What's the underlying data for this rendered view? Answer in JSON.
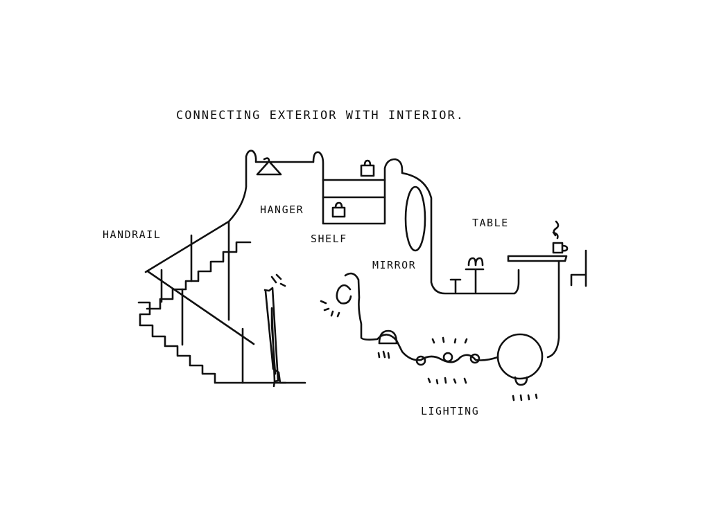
{
  "title": "CONNECTING EXTERIOR WITH INTERIOR.",
  "labels": {
    "handrail": "HANDRAIL",
    "hanger": "HANGER",
    "shelf": "SHELF",
    "mirror": "MIRROR",
    "table": "TABLE",
    "lighting": "LIGHTING"
  },
  "colors": {
    "ink": "#111111",
    "paper": "#ffffff"
  }
}
